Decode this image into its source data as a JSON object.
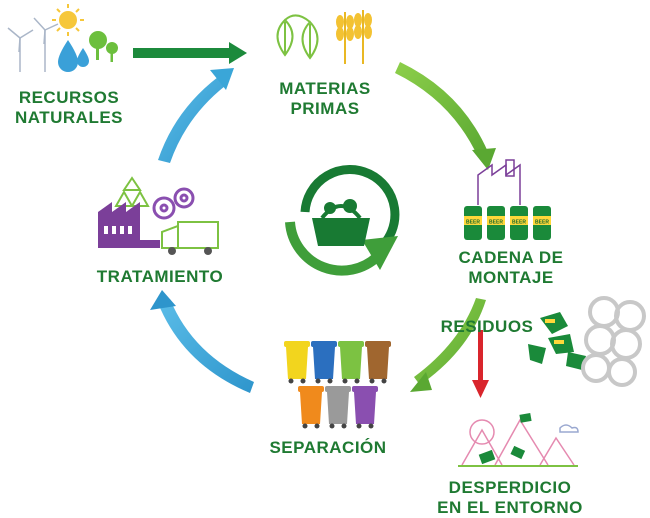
{
  "stages": {
    "recursos": "RECURSOS\nNATURALES",
    "materias": "MATERIAS\nPRIMAS",
    "cadena": "CADENA DE\nMONTAJE",
    "residuos": "RESIDUOS",
    "separacion": "SEPARACIÓN",
    "tratamiento": "TRATAMIENTO",
    "desperdicio": "DESPERDICIO\nEN EL ENTORNO"
  },
  "can_label": "BEER",
  "colors": {
    "label_green": "#1f7a32",
    "dark_green": "#187a33",
    "light_green": "#7dc242",
    "blue_arrow": "#3aa6d8",
    "red_arrow": "#d9252c",
    "purple": "#7b3f99",
    "can_green": "#1a8a3a"
  },
  "bins": [
    "#f2d51e",
    "#2b6fbf",
    "#7cc242",
    "#a0662f",
    "#f08a1c",
    "#9a9a9a",
    "#8a4fb0"
  ],
  "icons": [
    "wind-turbine-icon",
    "sun-icon",
    "water-drop-icon",
    "tree-icon",
    "hops-icon",
    "wheat-icon",
    "factory-icon",
    "can-icon",
    "basket-icon",
    "recycle-icon",
    "gear-icon",
    "truck-icon",
    "recycling-bin-icon",
    "six-pack-ring-icon",
    "mountain-icon"
  ]
}
